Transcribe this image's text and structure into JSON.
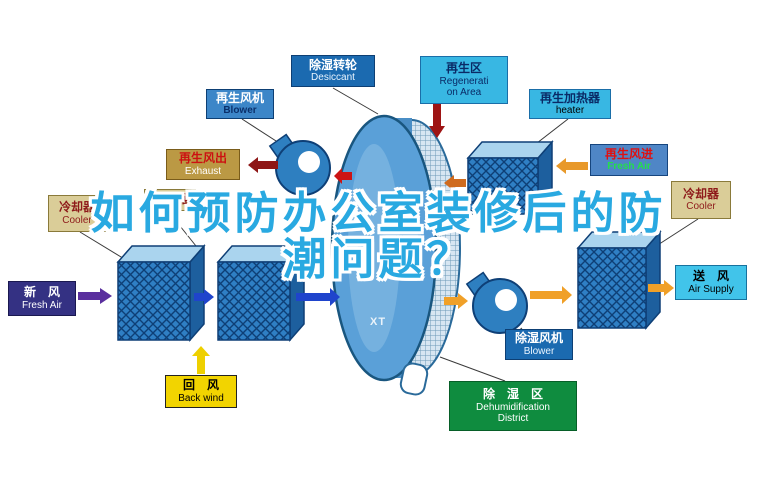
{
  "title": {
    "line1": "如何预防办公室装修后的防",
    "line2": "潮问题？"
  },
  "watermark": "XT",
  "labels": {
    "desiccant": {
      "zh": "除湿转轮",
      "en": "Desiccant"
    },
    "regen_blower": {
      "zh": "再生风机",
      "en": "Blower"
    },
    "regen_area": {
      "zh": "再生区",
      "en1": "Regenerati",
      "en2": "on Area"
    },
    "heater": {
      "zh": "再生加热器",
      "en": "heater"
    },
    "exhaust": {
      "zh": "再生风出",
      "en": "Exhaust"
    },
    "regen_fresh_air": {
      "zh": "再生风进",
      "en": "Fresh Air"
    },
    "cooler_left": {
      "zh": "冷却器",
      "en": "Cooler"
    },
    "cooler_mid": {
      "zh": "冷却器"
    },
    "cooler_right": {
      "zh": "冷却器",
      "en": "Cooler"
    },
    "fresh_air": {
      "zh": "新　风",
      "en": "Fresh Air"
    },
    "back_wind": {
      "zh": "回　风",
      "en": "Back wind"
    },
    "air_supply": {
      "zh": "送　风",
      "en": "Air Supply"
    },
    "dehum_blower": {
      "zh": "除湿风机",
      "en": "Blower"
    },
    "dehum_district": {
      "zh": "除　湿　区",
      "en1": "Dehumidification",
      "en2": "District"
    }
  },
  "colors": {
    "title": "#29a9e1",
    "label_dark_blue": "#1b6ab0",
    "label_cyan": "#38b7e3",
    "label_beige": "#dacd98",
    "label_khaki": "#bb9944",
    "label_yellow": "#f2d400",
    "label_green": "#0f8c3f",
    "label_navy": "#343183",
    "wheel_blue": "#5aa0d8",
    "arrow_red": "#cc1414",
    "arrow_maroon": "#8e1616",
    "arrow_orange": "#f0a028",
    "arrow_blue": "#1f44cc",
    "arrow_purple": "#5a2f9e",
    "arrow_yellow": "#eed000"
  }
}
